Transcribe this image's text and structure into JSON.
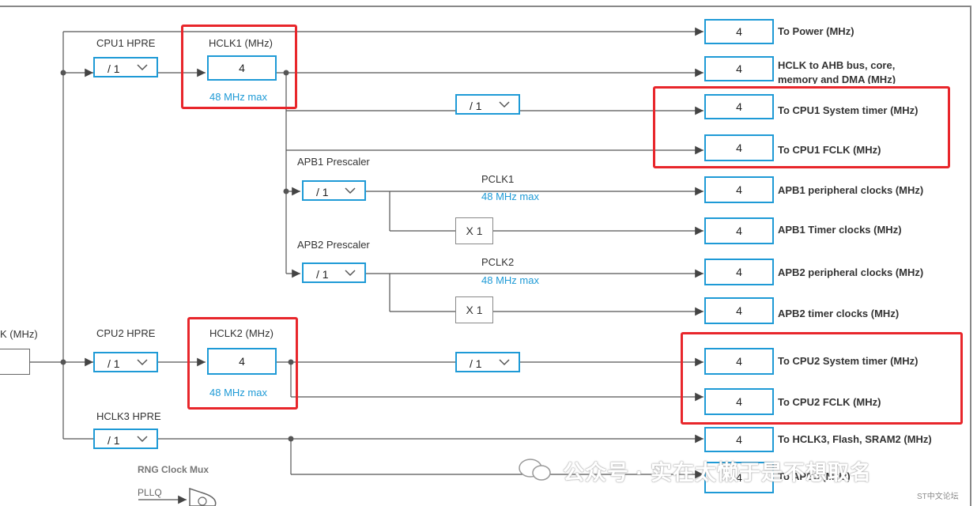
{
  "input_label": "K (MHz)",
  "cpu1_hpre": {
    "label": "CPU1 HPRE",
    "value": "/ 1"
  },
  "hclk1": {
    "label": "HCLK1 (MHz)",
    "value": "4",
    "max": "48 MHz max"
  },
  "cpu1_systick_div": {
    "value": "/ 1"
  },
  "apb1_prescaler": {
    "label": "APB1 Prescaler",
    "value": "/ 1"
  },
  "pclk1": {
    "label": "PCLK1",
    "max": "48 MHz max"
  },
  "apb1_timer_mul": "X 1",
  "apb2_prescaler": {
    "label": "APB2 Prescaler",
    "value": "/ 1"
  },
  "pclk2": {
    "label": "PCLK2",
    "max": "48 MHz max"
  },
  "apb2_timer_mul": "X 1",
  "cpu2_hpre": {
    "label": "CPU2 HPRE",
    "value": "/ 1"
  },
  "hclk2": {
    "label": "HCLK2 (MHz)",
    "value": "4",
    "max": "48 MHz max"
  },
  "cpu2_systick_div": {
    "value": "/ 1"
  },
  "hclk3_hpre": {
    "label": "HCLK3 HPRE",
    "value": "/ 1"
  },
  "rng_mux": {
    "label": "RNG Clock Mux",
    "input": "PLLQ"
  },
  "outputs": [
    {
      "value": "4",
      "label": "To Power (MHz)"
    },
    {
      "value": "4",
      "label": "HCLK to AHB bus, core, memory and DMA (MHz)"
    },
    {
      "value": "4",
      "label": "To CPU1 System timer (MHz)"
    },
    {
      "value": "4",
      "label": "To CPU1 FCLK (MHz)"
    },
    {
      "value": "4",
      "label": "APB1 peripheral clocks (MHz)"
    },
    {
      "value": "4",
      "label": "APB1 Timer clocks (MHz)"
    },
    {
      "value": "4",
      "label": "APB2 peripheral clocks (MHz)"
    },
    {
      "value": "4",
      "label": "APB2 timer clocks (MHz)"
    },
    {
      "value": "4",
      "label": "To CPU2 System timer (MHz)"
    },
    {
      "value": "4",
      "label": "To CPU2 FCLK (MHz)"
    },
    {
      "value": "4",
      "label": "To HCLK3, Flash, SRAM2 (MHz)"
    },
    {
      "value": "4",
      "label": "To APB3 (MHz)"
    }
  ],
  "watermark": "公众号 · 实在太懒于是不想取名",
  "watermark_sub": "ST中文论坛",
  "colors": {
    "accent": "#1e9ad6",
    "highlight": "#e8262b",
    "line": "#555555"
  }
}
